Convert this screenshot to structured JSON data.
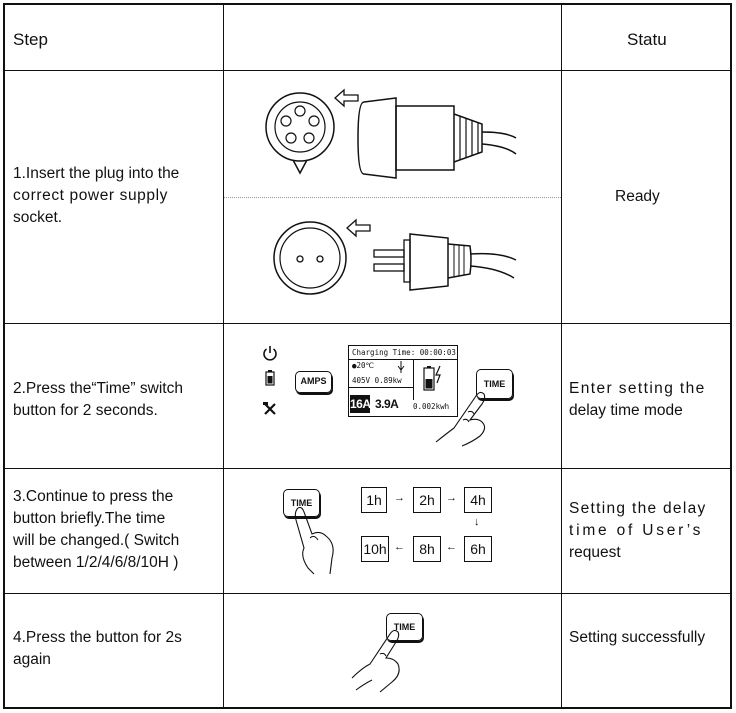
{
  "header": {
    "step": "Step",
    "status": "Statu"
  },
  "rows": [
    {
      "step": [
        "1.Insert the plug into the",
        "correct power supply",
        "socket."
      ],
      "status": [
        "Ready"
      ]
    },
    {
      "step": [
        "2.Press the“Time” switch",
        "button for 2 seconds."
      ],
      "status": [
        "Enter setting the",
        "delay time mode"
      ]
    },
    {
      "step": [
        "3.Continue to press the",
        "button briefly.The time",
        "will be changed.( Switch",
        "between 1/2/4/6/8/10H )"
      ],
      "status": [
        "Setting the delay",
        "time of User’s",
        "request"
      ]
    },
    {
      "step": [
        "4.Press the button for 2s",
        "again"
      ],
      "status": [
        "Setting successfully"
      ]
    }
  ],
  "display": {
    "charging_time": "Charging Time: 00:00:03",
    "temp": "20℃",
    "voltage_power": "405V 0.89kw",
    "amps_set": "16A",
    "amps_now": "3.9A",
    "energy": "0.002kwh",
    "amps_button": "AMPS",
    "time_button": "TIME"
  },
  "time_steps": [
    "1h",
    "2h",
    "4h",
    "6h",
    "8h",
    "10h"
  ]
}
